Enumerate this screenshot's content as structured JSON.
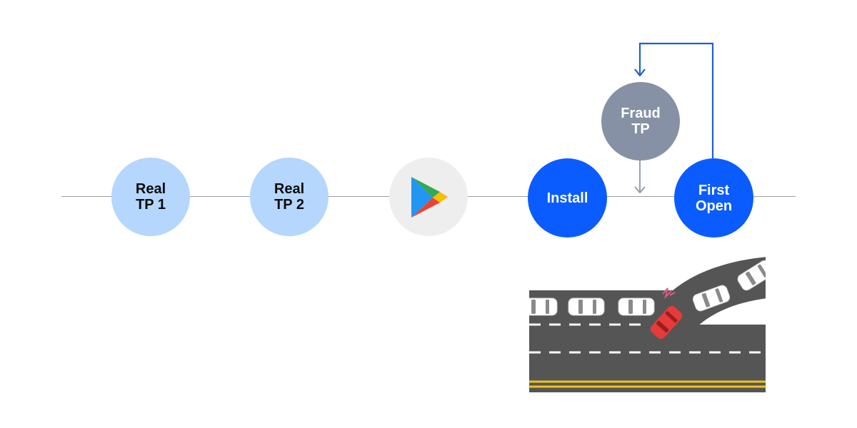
{
  "nodes": {
    "real_tp1": {
      "line1": "Real",
      "line2": "TP 1"
    },
    "real_tp2": {
      "line1": "Real",
      "line2": "TP 2"
    },
    "play_store": {
      "icon": "google-play-icon"
    },
    "install": {
      "label": "Install"
    },
    "fraud_tp": {
      "line1": "Fraud",
      "line2": "TP"
    },
    "first_open": {
      "line1": "First",
      "line2": "Open"
    }
  },
  "colors": {
    "light_node": "#b5d6fd",
    "dark_node": "#0b5cff",
    "fraud_node": "#8791a5",
    "store_node": "#eeeeee",
    "loop_arrow": "#1d5fd6",
    "gray_arrow": "#8f97a3",
    "timeline": "#9aa0a8"
  },
  "illustration": {
    "name": "car-cutting-into-lane-illustration",
    "road_color": "#555555",
    "car_color": "#ffffff",
    "cutting_car_color": "#e63b3b",
    "center_line_color": "#f0c419"
  }
}
